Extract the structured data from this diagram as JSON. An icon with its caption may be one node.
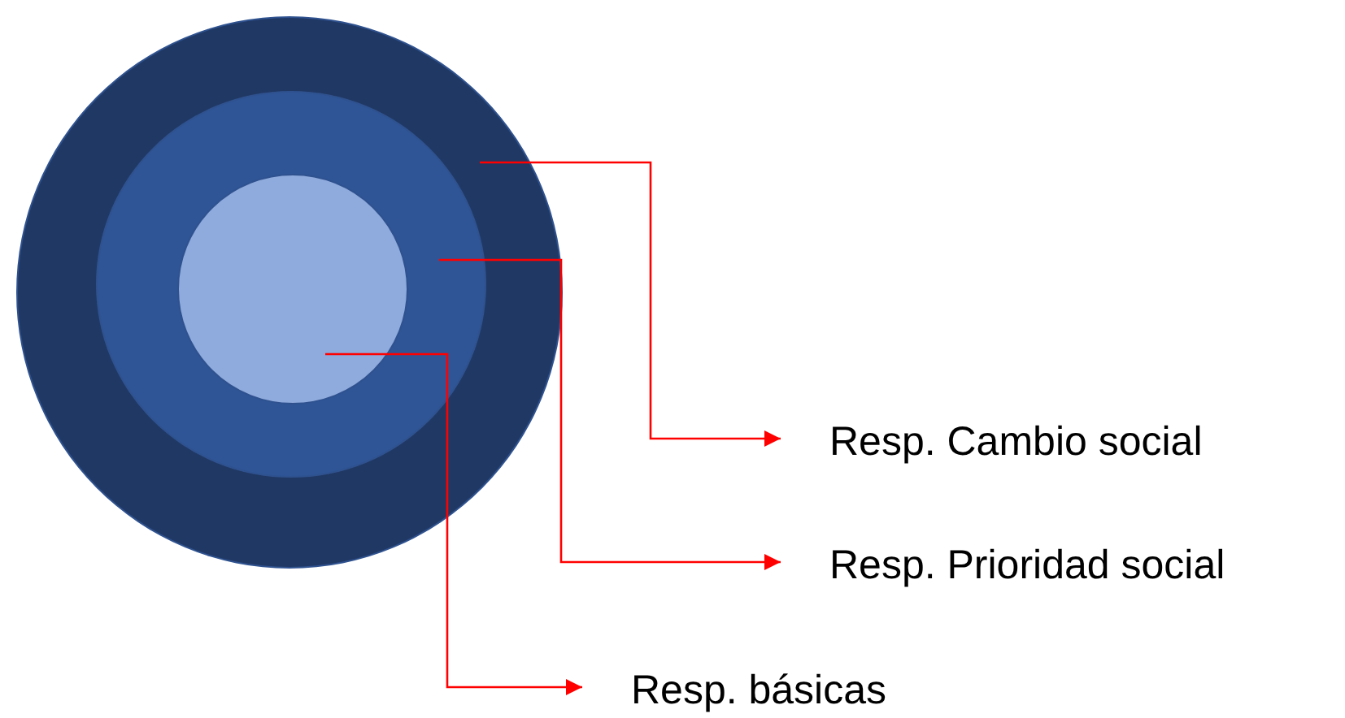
{
  "diagram": {
    "nodes": [
      {
        "text": [],
        "shape": "circle"
      },
      {
        "text": [],
        "shape": "circle",
        "in": 0
      },
      {
        "text": [],
        "shape": "circle",
        "in": 1
      },
      {
        "text": [
          "Resp. Cambio social"
        ]
      },
      {
        "text": [
          "Resp. Prioridad social"
        ]
      },
      {
        "text": [
          "Resp. básicas"
        ]
      }
    ],
    "edges": [
      {
        "from": 0,
        "to": 3,
        "arrow": "to",
        "color": "#ff0000"
      },
      {
        "from": 1,
        "to": 4,
        "arrow": "to",
        "color": "#ff0000"
      },
      {
        "from": 2,
        "to": 5,
        "arrow": "to",
        "color": "#ff0000"
      }
    ]
  }
}
